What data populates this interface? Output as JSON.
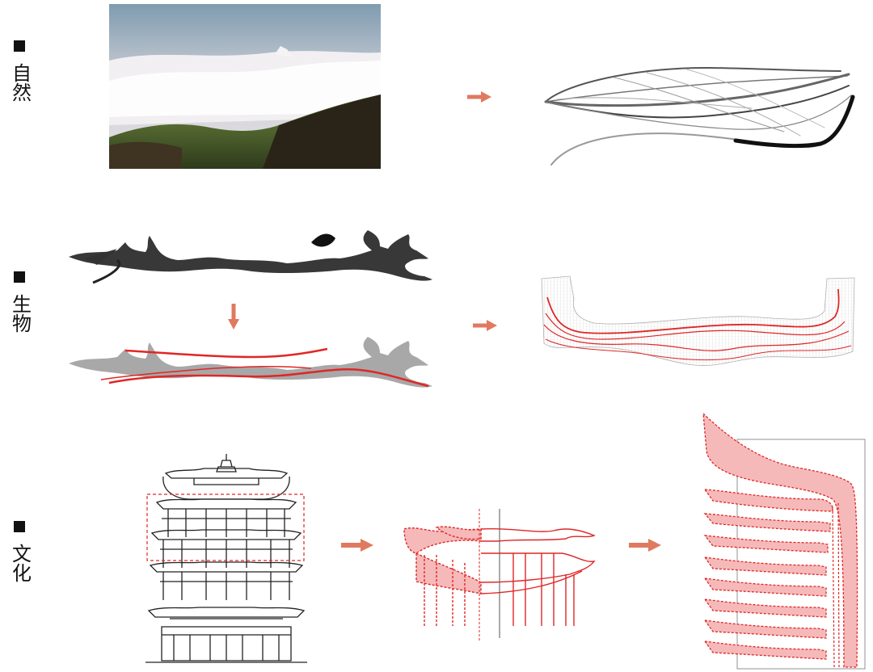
{
  "rows": [
    {
      "label": "自然"
    },
    {
      "label": "生物"
    },
    {
      "label": "文化"
    }
  ],
  "colors": {
    "arrow": "#e07a5f",
    "accent_red": "#e02626",
    "pink_fill": "#f6b9b9",
    "line_dark": "#333333",
    "line_gray": "#9a9a9a"
  },
  "icons": [
    "square-bullet-icon",
    "right-arrow-icon",
    "down-arrow-icon"
  ]
}
